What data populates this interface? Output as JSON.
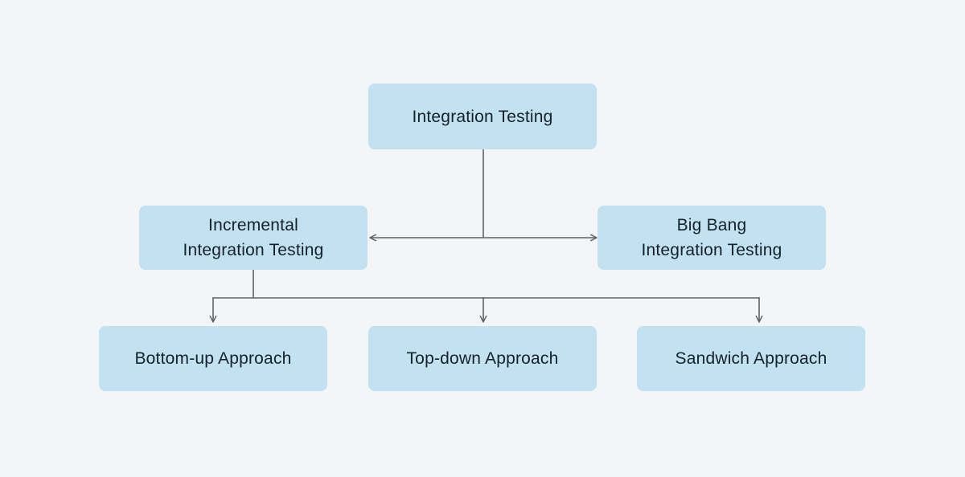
{
  "diagram": {
    "title": "Integration Testing approaches flowchart",
    "type": "flowchart",
    "colors": {
      "background": "#f3f5f6",
      "node_fill": "#c2e2f1",
      "node_text": "#16202b",
      "connector": "#5f6368"
    },
    "nodes": {
      "root": {
        "label": "Integration Testing"
      },
      "incremental": {
        "label": "Incremental\nIntegration Testing"
      },
      "bigbang": {
        "label": "Big Bang\nIntegration Testing"
      },
      "bottomup": {
        "label": "Bottom-up Approach"
      },
      "topdown": {
        "label": "Top-down Approach"
      },
      "sandwich": {
        "label": "Sandwich Approach"
      }
    },
    "edges": [
      {
        "from": "root",
        "to": "incremental",
        "style": "arrow-into-right-side-of-box"
      },
      {
        "from": "root",
        "to": "bigbang",
        "style": "arrow-into-left-side-of-box"
      },
      {
        "from": "incremental",
        "to": "bottomup",
        "style": "arrow-down"
      },
      {
        "from": "incremental",
        "to": "topdown",
        "style": "arrow-down"
      },
      {
        "from": "incremental",
        "to": "sandwich",
        "style": "arrow-down"
      }
    ]
  }
}
